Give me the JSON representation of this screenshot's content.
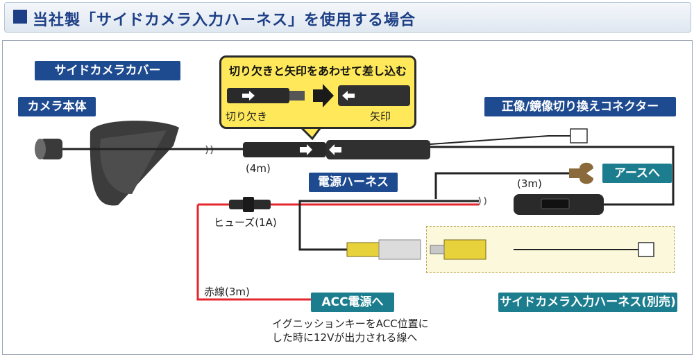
{
  "header": {
    "title": "当社製「サイドカメラ入力ハーネス」を使用する場合"
  },
  "labels": {
    "side_camera_cover": "サイドカメラカバー",
    "camera_body": "カメラ本体",
    "callout_title": "切り欠きと矢印をあわせて差し込む",
    "notch": "切り欠き",
    "arrow_mark": "矢印",
    "mirror_connector": "正像/鏡像切り換えコネクター",
    "length_4m": "(4m)",
    "power_harness": "電源ハーネス",
    "length_3m": "(3m)",
    "to_ground": "アースへ",
    "fuse": "ヒューズ(1A)",
    "red_wire": "赤線(3m)",
    "to_acc": "ACC電源へ",
    "acc_note_line1": "イグニッションキーをACC位置に",
    "acc_note_line2": "した時に12Vが出力される線へ",
    "side_camera_input_harness": "サイドカメラ入力ハーネス(別売)"
  },
  "colors": {
    "header_blue": "#1d3f86",
    "label_blue": "#1e4a8f",
    "label_teal": "#1b7d8e",
    "red_wire": "#e5262e",
    "callout_yellow": "#ffe95a",
    "rca_yellow": "#e8d23c"
  },
  "icons": [
    "arrow-right-icon",
    "arrow-left-icon",
    "ground-terminal-icon"
  ]
}
